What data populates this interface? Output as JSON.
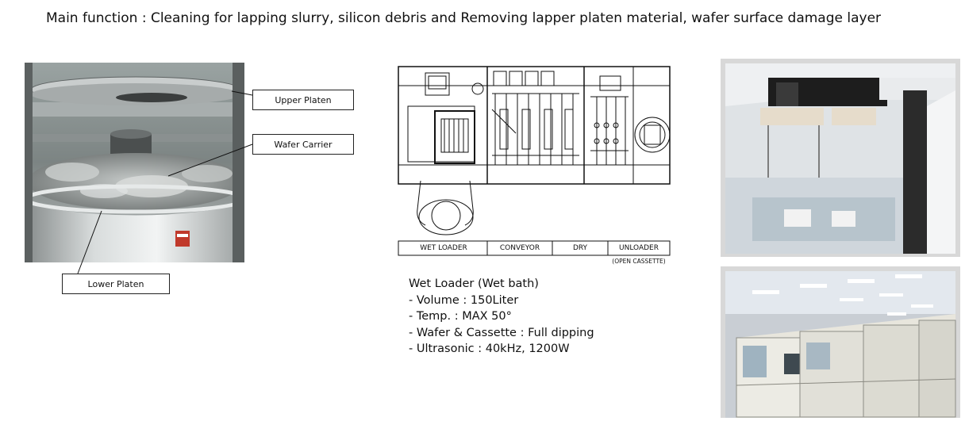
{
  "title": "Main function : Cleaning for lapping slurry, silicon debris and Removing lapper platen material, wafer surface damage layer",
  "callouts": {
    "upper": "Upper  Platen",
    "carrier": "Wafer Carrier",
    "lower": "Lower Platen"
  },
  "diagram": {
    "stages": [
      "WET LOADER",
      "CONVEYOR",
      "DRY",
      "UNLOADER"
    ],
    "unloader_note": "(OPEN CASSETTE)"
  },
  "spec": {
    "heading": "Wet Loader (Wet bath)",
    "lines": [
      "- Volume : 150Liter",
      "- Temp. : MAX 50°",
      "- Wafer & Cassette : Full dipping",
      "- Ultrasonic : 40kHz, 1200W"
    ]
  }
}
